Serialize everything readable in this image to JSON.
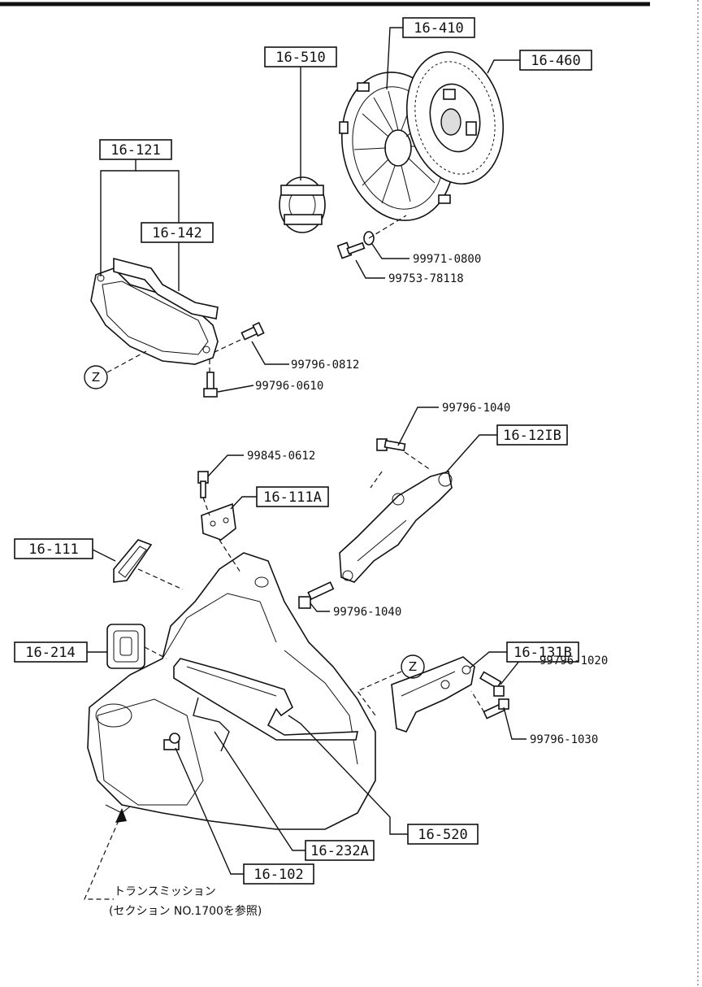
{
  "title": "",
  "zone_marker": "Z",
  "boxed_parts": {
    "p16_410": "16-410",
    "p16_460": "16-460",
    "p16_510": "16-510",
    "p16_121": "16-121",
    "p16_142": "16-142",
    "p16_121B": "16-12IB",
    "p16_111A": "16-111A",
    "p16_111": "16-111",
    "p16_131B": "16-131B",
    "p16_214": "16-214",
    "p16_520": "16-520",
    "p16_232A": "16-232A",
    "p16_102": "16-102"
  },
  "fasteners": {
    "f99971_0800": "99971-0800",
    "f99753_78118": "99753-78118",
    "f99796_0812": "99796-0812",
    "f99796_0610": "99796-0610",
    "f99796_1040_top": "99796-1040",
    "f99845_0612": "99845-0612",
    "f99796_1040_mid": "99796-1040",
    "f99796_1020": "99796-1020",
    "f99796_1030": "99796-1030"
  },
  "notes": {
    "transmission": "トランスミッション",
    "see_section": "(セクション NO.1700を参照)"
  }
}
